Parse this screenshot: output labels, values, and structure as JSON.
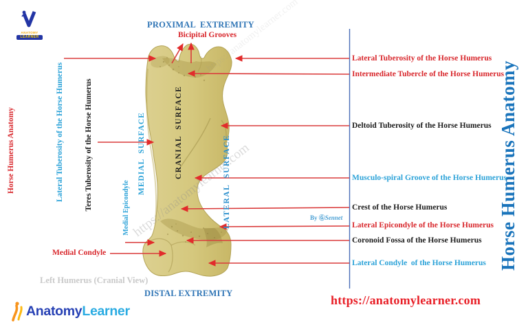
{
  "title_right_vertical": "Horse Humerus Anatomy",
  "header": {
    "proximal": "PROXIMAL  EXTREMITY",
    "bicipital": "Bicipital Grooves"
  },
  "footer": {
    "distal": "DISTAL EXTREMITY",
    "caption": "Left Humerus (Cranial View)",
    "url": "https://anatomylearner.com"
  },
  "left_labels": {
    "title": "Horse Humerus Anatomy",
    "lateral_tuberosity": "Lateral Tuberosity of the Horse Humerus",
    "teres_tuberosity": "Teres Tuberosity of the Horse Humerus",
    "medial_surface": "MEDIAL  SURFACE",
    "medial_epicondyle": "Medial Epicondyle",
    "medial_condyle": "Medial Condyle"
  },
  "bone_surface_labels": {
    "cranial": "CRANIAL  SURFACE",
    "lateral": "LATERAL  SURFACE"
  },
  "right_labels": [
    {
      "text": "Lateral Tuberosity of the Horse Humerus",
      "color": "#d8272c"
    },
    {
      "text": "Intermediate Tubercle of the Horse Humerus",
      "color": "#d8272c"
    },
    {
      "text": "Deltoid Tuberosity of the Horse Humerus",
      "color": "#1b1b1b"
    },
    {
      "text": "Musculo-spiral Groove of the Horse Humerus",
      "color": "#2ba2d8"
    },
    {
      "text": "Crest of the Horse Humerus",
      "color": "#1b1b1b"
    },
    {
      "text": "Lateral Epicondyle of the Horse Humerus",
      "color": "#d8272c"
    },
    {
      "text": "Coronoid Fossa of the Horse Humerus",
      "color": "#1b1b1b"
    },
    {
      "text": "Lateral Condyle  of the Horse Humerus",
      "color": "#2ba2d8"
    }
  ],
  "watermark": {
    "bone": "https://anatomylearner.com"
  },
  "credit": {
    "by": "By ",
    "icon": "Ⓖ",
    "name": "Sennet"
  },
  "logo_top": {
    "anatomy": "ANATOMY",
    "learner": "LEARNER"
  },
  "logo_bottom": {
    "anatomy": "Anatomy",
    "learner": "Learner"
  },
  "colors": {
    "accent_blue": "#2e74b5",
    "title_blue": "#1a74bb",
    "light_blue": "#2ba2d8",
    "label_red": "#d8272c",
    "leader_red": "#da3b3b",
    "bone_fill": "#d5c87e",
    "bone_shade": "#a59445",
    "divider_blue": "#4a6db8",
    "url_red": "#e81f27",
    "caption_gray": "#c9c9c9"
  }
}
